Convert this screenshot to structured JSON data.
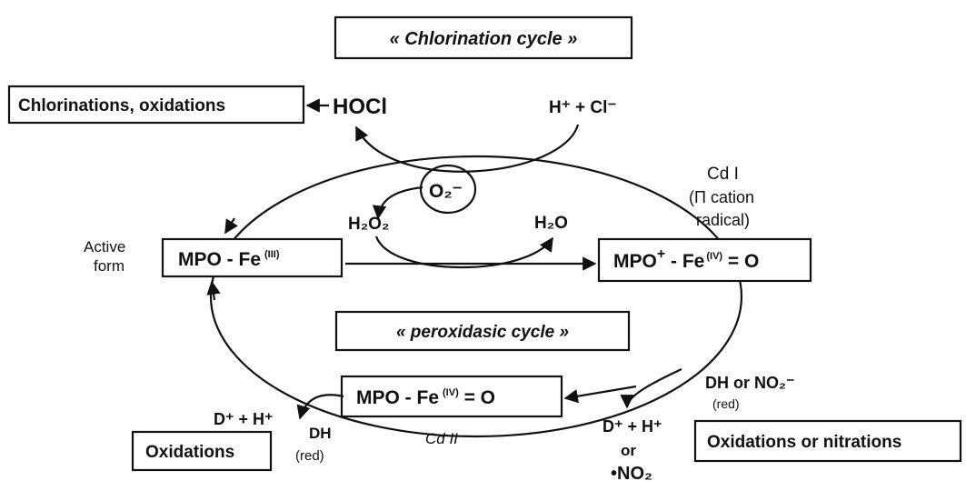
{
  "labels": {
    "chlorination_cycle": "« Chlorination cycle »",
    "peroxidasic_cycle": "« peroxidasic cycle »",
    "chlorinations_oxidations": "Chlorinations, oxidations",
    "hocl": "HOCl",
    "h_cl": "H⁺ + Cl⁻",
    "superoxide": "O₂⁻",
    "h2o2": "H₂O₂",
    "h2o": "H₂O",
    "cd1": "Cd I",
    "cd1_desc_line1": "(Π cation",
    "cd1_desc_line2": "radical)",
    "active_line1": "Active",
    "active_line2": "form",
    "mpo_fe3": "MPO - Fe",
    "mpo_fe3_sup": "(III)",
    "mpo_cd1_a": "MPO",
    "mpo_cd1_plus": "+",
    "mpo_cd1_b": " - Fe",
    "mpo_cd1_sup": "(IV)",
    "mpo_cd1_c": " = O",
    "mpo_fe4": "MPO - Fe",
    "mpo_fe4_sup": "(IV)",
    "mpo_fe4_c": " = O",
    "cd2": "Cd II",
    "d_h_left": "D⁺ + H⁺",
    "dh": "DH",
    "red": "(red)",
    "oxidations": "Oxidations",
    "dh_or_no2": "DH or NO₂⁻",
    "red_right": "(red)",
    "d_h_right": "D⁺ + H⁺",
    "or": "or",
    "no2_radical": "•NO₂",
    "oxidations_nitrations": "Oxidations or nitrations"
  }
}
